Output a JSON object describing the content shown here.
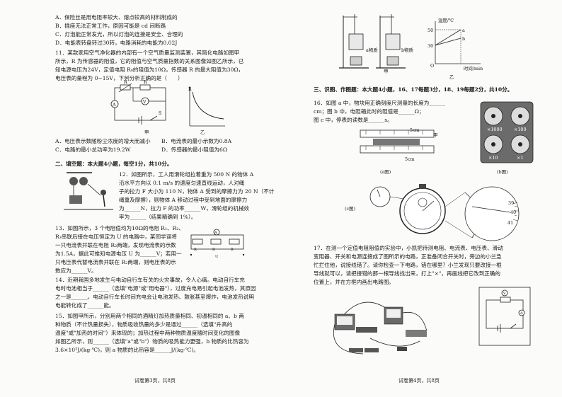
{
  "left": {
    "q10_options": [
      "A．保险丝是用电阻率较大、熔点较高的材料制成的",
      "B．插座无法正常工作，原因可能是 cd 间断路",
      "C．灯泡能正常发光，所以灯泡的连接是安全、合理的",
      "D．电能表转盘转过30转，电路消耗的电能为0.02J"
    ],
    "q11": [
      "11．某款家用空气净化器的内部有一个空气质量监测装置，其简化电路如图甲",
      "所示，R 为传感器的阻值，它的阻值与空气质量指数的关系图像如图乙所示，已",
      "知电源电压为24V，定值电阻 R₀的阻值为10Ω，传感器 R 的最大阻值为30Ω，",
      "电压表的量程为 0~15V，下列分析正确的是（　　）"
    ],
    "q11_fig_labels": {
      "left": "甲",
      "right": "乙"
    },
    "q11_options": [
      "A．电压表示数随粉尘浓度的增大而减小",
      "B．电流表的最小示数为0.8A",
      "C．电路的最小总功率为19.2W",
      "D．传感器的最小阻值为6Ω"
    ],
    "section2_title": "二、填空题：本大题4小题，每空1分，共10分。",
    "q12": [
      "12．如图所示，工人用滑轮组拉着重为 500 N 的物体 A",
      "沿水平方向以 0.1 m/s 的速度匀速直线运动，人对绳",
      "子的拉力 F 大小为 110 N，物体 A 受到的摩擦力为 20 N（不计",
      "绳重及摩擦），则物体 A 移动过程中受到地面的摩擦力",
      "为______N，拉力 F 的功率______W，滑轮组的机械效",
      "率为______（结果精确到 1%）。"
    ],
    "q13": [
      "13．如图所示，3 个电阻值均为10Ω的电阻 R₁、R₂、",
      "R₃串联后接在电压恒定为 U 的电路中，某同学误将",
      "一只电流表并联在电阻 R₂两端，发现电流表的示数",
      "为1.5A，据此可推知电源电压 U 为______V；若用一",
      "只电压表代替电流表并联在 R₂两端，则电压表的示",
      "数应为______V。"
    ],
    "q14": [
      "14．近期我国多地发生与电动自行车有关的火灾事故，令人心痛。电动自行车充",
      "电时电池相当于______（选填\"电源\"或\"用电器\"），过度充电易引起电池发热，其原因",
      "之一是______。电动自行车长时间充电会让电池发热、鼓胀甚至爆炸，电池发热说明",
      "电能转化成了______能。"
    ],
    "q15": [
      "15．如图甲所示，分别用两个相同的酒精灯加热质量相同、初温相同的 a、b 两",
      "种物质（不计热量损失），物质吸收热量的多少是通过______（选填\"升高的",
      "温度\"或\"加热的时间\"）来体现的；加热过程中两种物质温度随时间变化的图像",
      "如图乙所示，则______（选填\"a\"或\"b\"）物质的吸热能力更强，b 物质的比热容为",
      "3.6×10³J/(kg·℃)，则 a 物质的比热容是______J/(kg·℃)。"
    ],
    "footer": "试卷第3页，共8页"
  },
  "right": {
    "graph_labels": {
      "ylabel": "温度/℃",
      "xlabel": "时间/min",
      "y1": "50",
      "y2": "30",
      "origin": "O",
      "a": "a",
      "b": "b",
      "fig": "乙",
      "beaker_a": "a物质",
      "beaker_b": "b物质",
      "jia": "甲"
    },
    "section3_title": "三、识图、作图题：本大题4小题，16、17每题3分，18、19每题2分，共10分。",
    "q16": [
      "16．如图 a 中，物块用正确刻度尺测量的长度为______",
      "cm；图 b 中，电阻箱此时的阻值是______Ω；",
      "图 c 中，停表的读数是______s。"
    ],
    "ruler_labels": {
      "top_label": "5cm",
      "bottom_label": "5cm",
      "jia": "甲",
      "fig_a": "(a图)",
      "fig_b": "(b图)",
      "fig_c": "(c图)"
    },
    "box_labels": [
      "×1000",
      "×100",
      "×10",
      "×1"
    ],
    "stopwatch_labels": [
      "39",
      "40",
      "41"
    ],
    "q17": [
      "17．在测一个定值电阻阻值的实验中，小凯把待测电阻、电流表、电压表、滑动",
      "变阻器、开关和电源连接成了图所示的电路，正准备闭合开关时，旁边的小兰急",
      "忙拦住他，说接线错了。请你检查一下电路，错在哪里？小兰发现只要改接一根",
      "导线就可以，请把接错的那一根导线找出来，打上\"×\"，再画线把它改到正确的",
      "位置上，并在方框内画出电路图。"
    ],
    "footer": "试卷第4页，共8页"
  }
}
